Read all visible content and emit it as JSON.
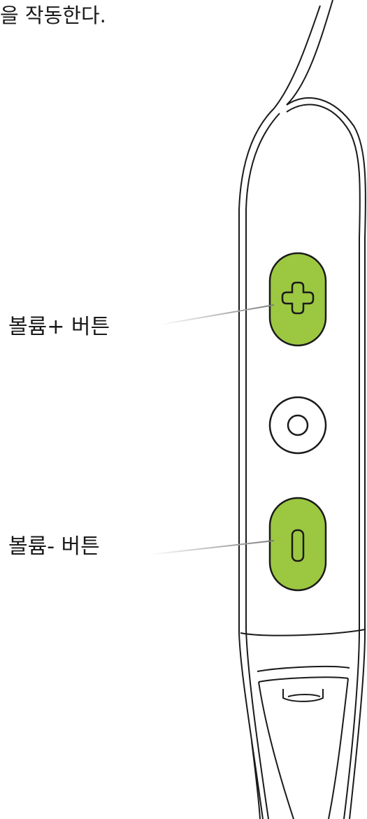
{
  "caption": "을 작동한다.",
  "labels": {
    "volume_up": "볼륨+ 버튼",
    "volume_down": "볼륨- 버튼"
  },
  "colors": {
    "button_green": "#9cc841",
    "outline": "#1a1a1a",
    "leader_line": "#8a8a8a"
  },
  "icons": {
    "volume_up": "plus-icon",
    "volume_down": "minus-icon",
    "center": "ring-button-icon"
  }
}
